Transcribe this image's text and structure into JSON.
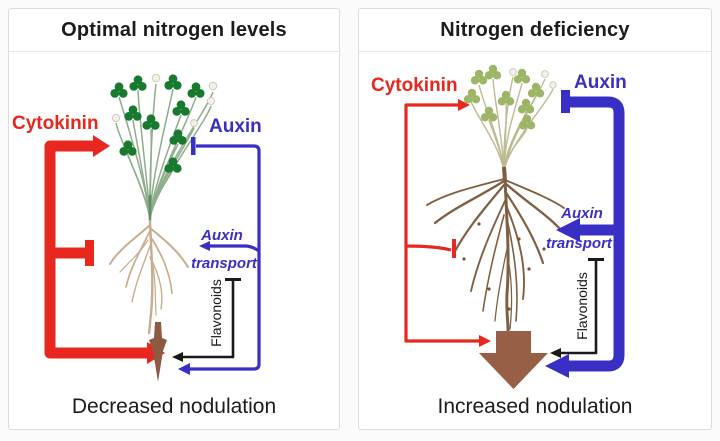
{
  "colors": {
    "cytokinin": "#e8281e",
    "auxin": "#3a2fc4",
    "flavonoids": "#1a1a1a",
    "nodule": "#975f45",
    "panel_border": "#dcdcdc",
    "text": "#1c1c1c"
  },
  "panels": [
    {
      "title": "Optimal nitrogen levels",
      "cytokinin": "Cytokinin",
      "auxin": "Auxin",
      "auxin_transport_line1": "Auxin",
      "auxin_transport_line2": "transport",
      "flavonoids": "Flavonoids",
      "outcome": "Decreased nodulation"
    },
    {
      "title": "Nitrogen deficiency",
      "cytokinin": "Cytokinin",
      "auxin": "Auxin",
      "auxin_transport_line1": "Auxin",
      "auxin_transport_line2": "transport",
      "flavonoids": "Flavonoids",
      "outcome": "Increased nodulation"
    }
  ]
}
